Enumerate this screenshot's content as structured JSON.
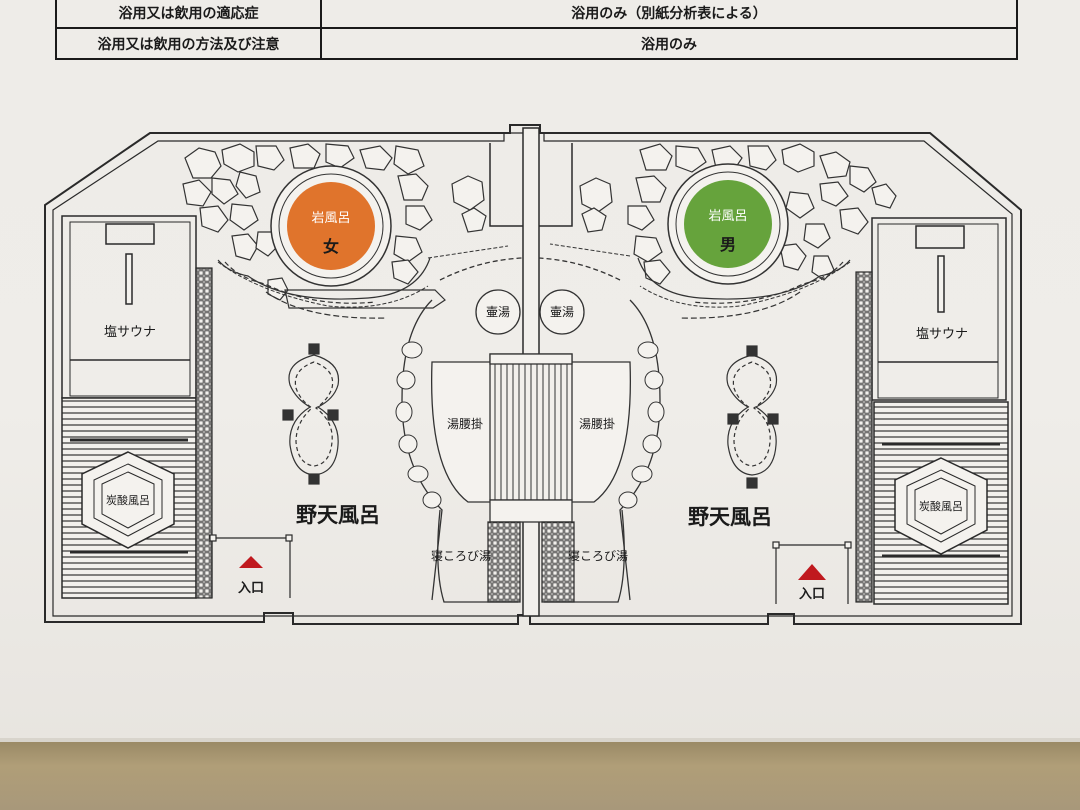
{
  "info_table": {
    "rows": [
      {
        "key": "浴用又は飲用の適応症",
        "value": "浴用のみ（別紙分析表による）"
      },
      {
        "key": "浴用又は飲用の方法及び注意",
        "value": "浴用のみ"
      }
    ]
  },
  "floor_plan": {
    "rock_bath_left": {
      "name": "岩風呂",
      "gender": "女",
      "color": "#e0742c"
    },
    "rock_bath_right": {
      "name": "岩風呂",
      "gender": "男",
      "color": "#66a33c"
    },
    "salt_sauna": "塩サウナ",
    "carbonated_bath": "炭酸風呂",
    "outdoor_bath": "野天風呂",
    "pot_bath": "壷湯",
    "hip_bath": "湯腰掛",
    "lying_bath": "寝ころび湯",
    "entrance": "入口",
    "entrance_marker_color": "#c0191e"
  }
}
